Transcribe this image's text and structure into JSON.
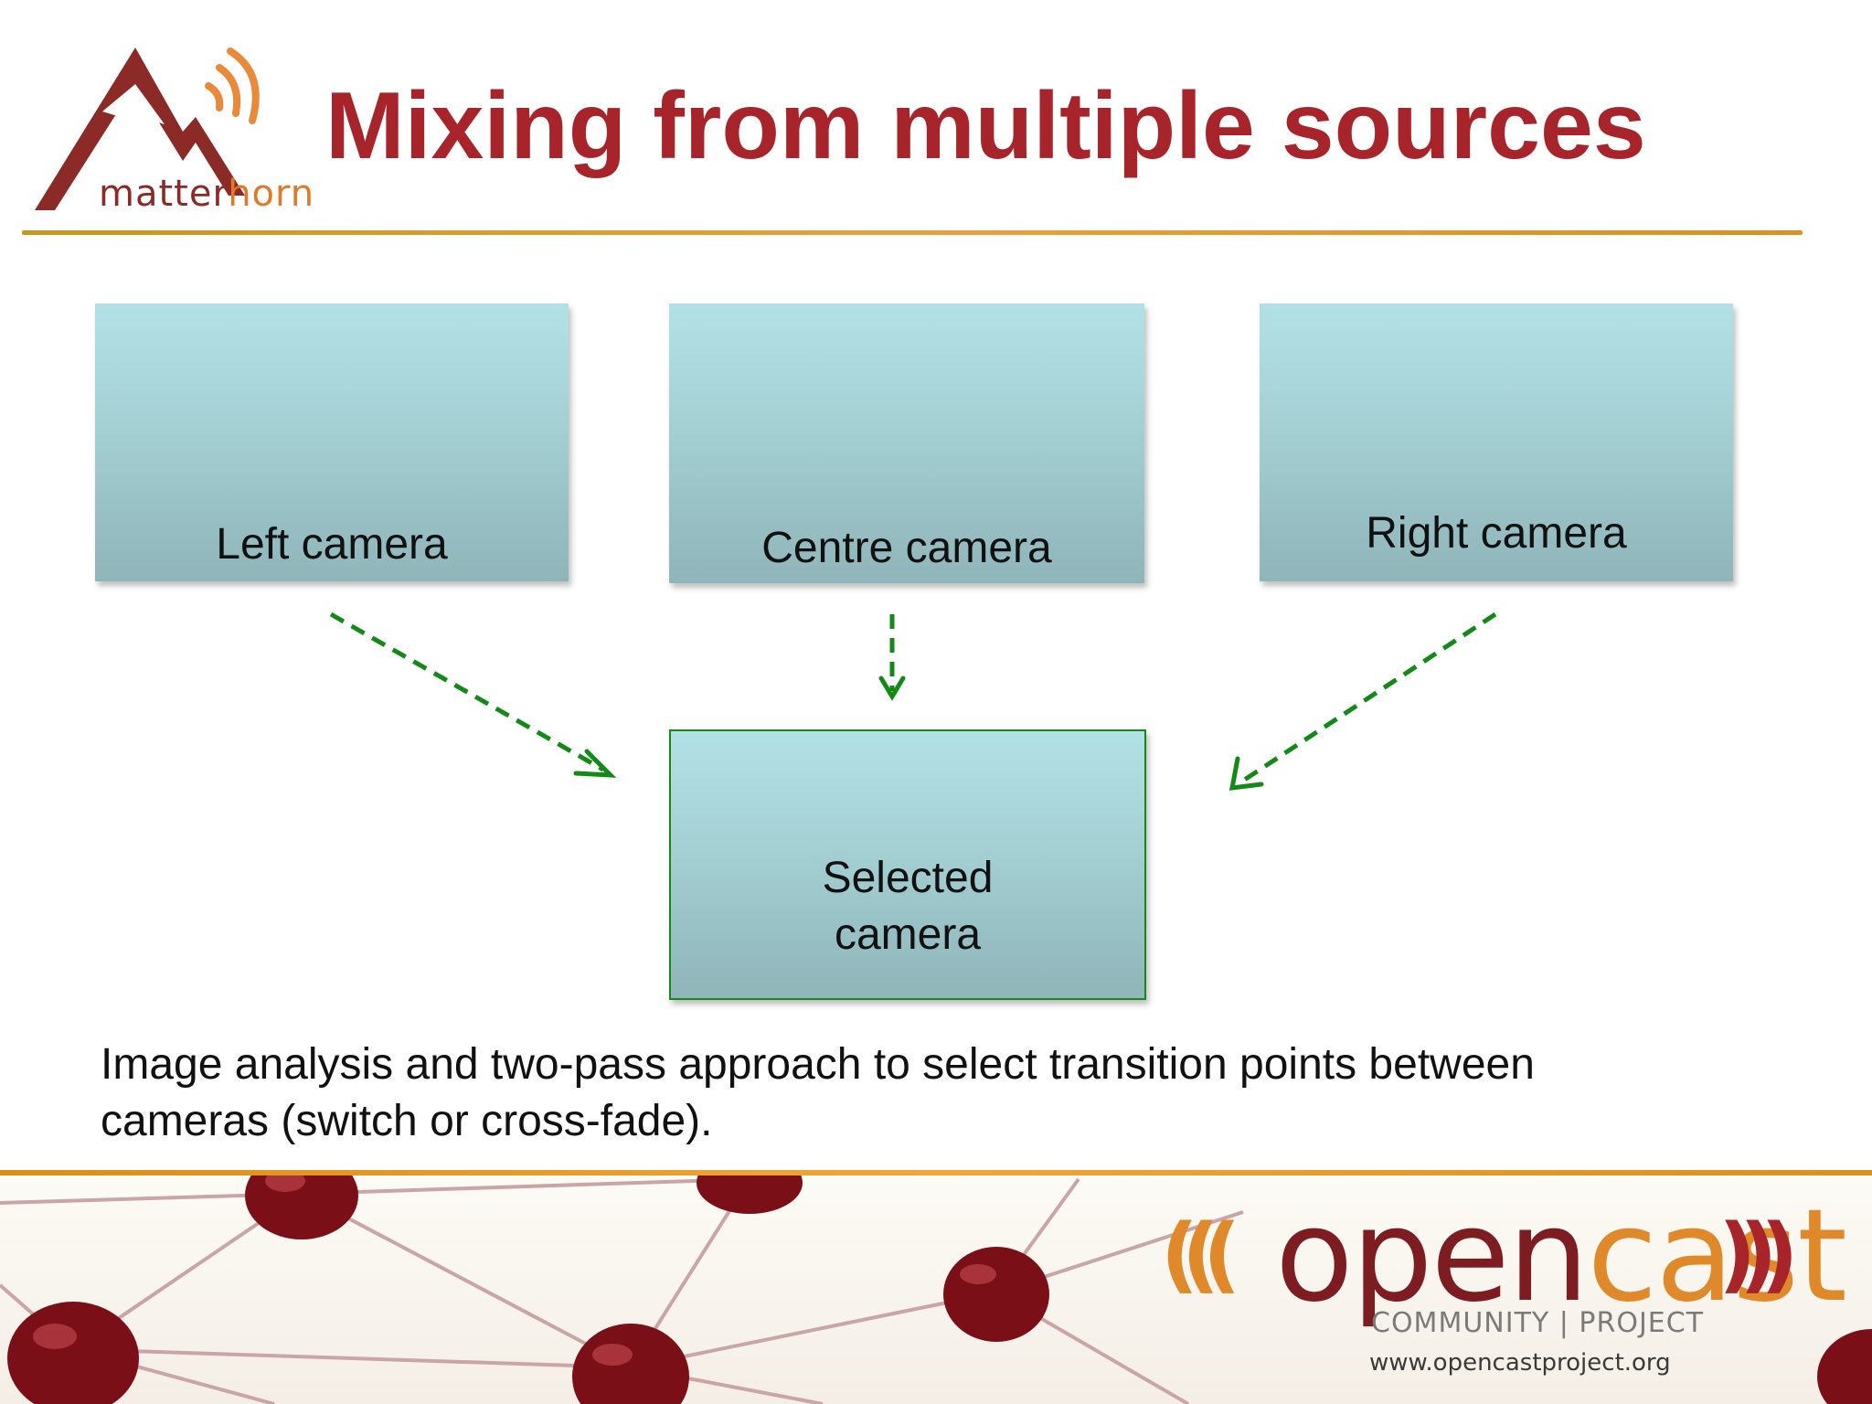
{
  "header": {
    "title": "Mixing from multiple sources",
    "logo_text_main": "matter",
    "logo_text_accent": "horn"
  },
  "diagram": {
    "nodes": {
      "left": "Left camera",
      "centre": "Centre camera",
      "right": "Right camera",
      "selected_line1": "Selected",
      "selected_line2": "camera"
    },
    "edges": [
      {
        "from": "Left camera",
        "to": "Selected camera",
        "style": "dashed"
      },
      {
        "from": "Centre camera",
        "to": "Selected camera",
        "style": "dashed"
      },
      {
        "from": "Right camera",
        "to": "Selected camera",
        "style": "dashed"
      }
    ]
  },
  "caption": {
    "line1": "Image analysis and two-pass approach to select transition points between",
    "line2": "cameras (switch or cross-fade)."
  },
  "footer": {
    "brand_left": "open",
    "brand_right": "cast",
    "subtitle": "COMMUNITY | PROJECT",
    "url": "www.opencastproject.org"
  },
  "colors": {
    "title": "#a8242b",
    "accent_rule": "#e8a23a",
    "box_top": "#b2e1e5",
    "box_bottom": "#8fb5b9",
    "arrow": "#138a17"
  }
}
